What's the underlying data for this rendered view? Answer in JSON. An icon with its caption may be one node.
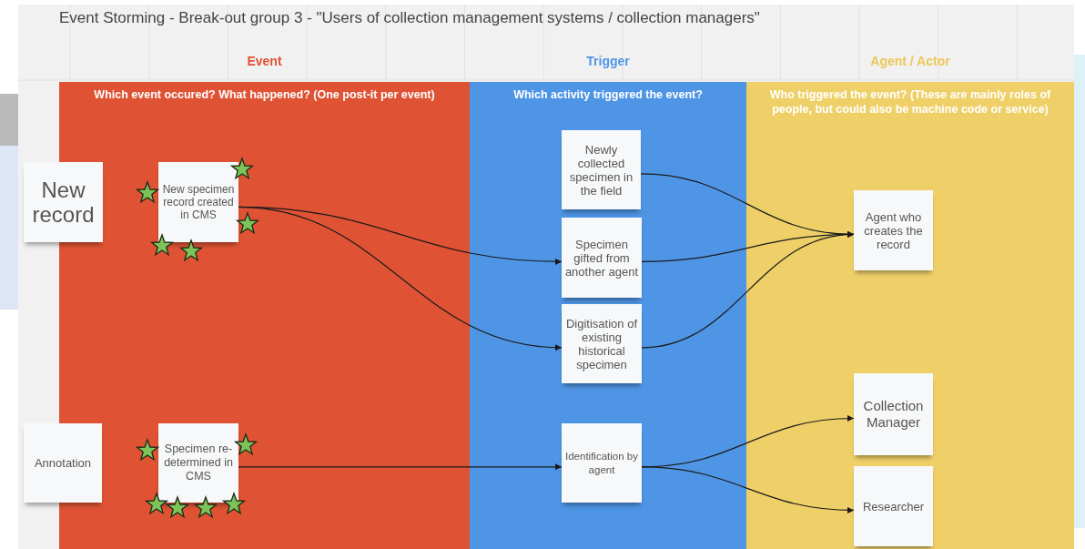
{
  "diagram": {
    "title": "Event Storming - Break-out group 3 - \"Users of collection management systems / collection managers\"",
    "nodes": [
      {
        "text": [
          "Event",
          "Which event occured? What happened? (One post-it per event)"
        ]
      },
      {
        "text": [
          "Trigger",
          "Which activity triggered the event?"
        ]
      },
      {
        "text": [
          "Agent / Actor",
          "Who triggered the event? (These are mainly roles of people, but could also be machine code or service)"
        ]
      },
      {
        "text": [
          "New record"
        ]
      },
      {
        "text": [
          "New specimen record created in CMS"
        ],
        "in": 0
      },
      {
        "text": [
          "Annotation"
        ]
      },
      {
        "text": [
          "Specimen re-determined in CMS"
        ],
        "in": 0
      },
      {
        "text": [
          "Newly collected specimen in the field"
        ],
        "in": 1
      },
      {
        "text": [
          "Specimen gifted from another agent"
        ],
        "in": 1
      },
      {
        "text": [
          "Digitisation of existing historical specimen"
        ],
        "in": 1
      },
      {
        "text": [
          "Identification by agent"
        ],
        "in": 1
      },
      {
        "text": [
          "Agent who creates the record"
        ],
        "in": 2
      },
      {
        "text": [
          "Collection Manager"
        ],
        "in": 2
      },
      {
        "text": [
          "Researcher"
        ],
        "in": 2
      }
    ],
    "edges": [
      {
        "from": 4,
        "to": 8,
        "arrow": "to"
      },
      {
        "from": 4,
        "to": 9,
        "arrow": "to"
      },
      {
        "from": 7,
        "to": 11,
        "arrow": "to"
      },
      {
        "from": 8,
        "to": 11,
        "arrow": "to"
      },
      {
        "from": 9,
        "to": 11,
        "arrow": "to"
      },
      {
        "from": 6,
        "to": 10,
        "arrow": "to"
      },
      {
        "from": 10,
        "to": 12,
        "arrow": "to"
      },
      {
        "from": 10,
        "to": 13,
        "arrow": "to"
      }
    ]
  }
}
